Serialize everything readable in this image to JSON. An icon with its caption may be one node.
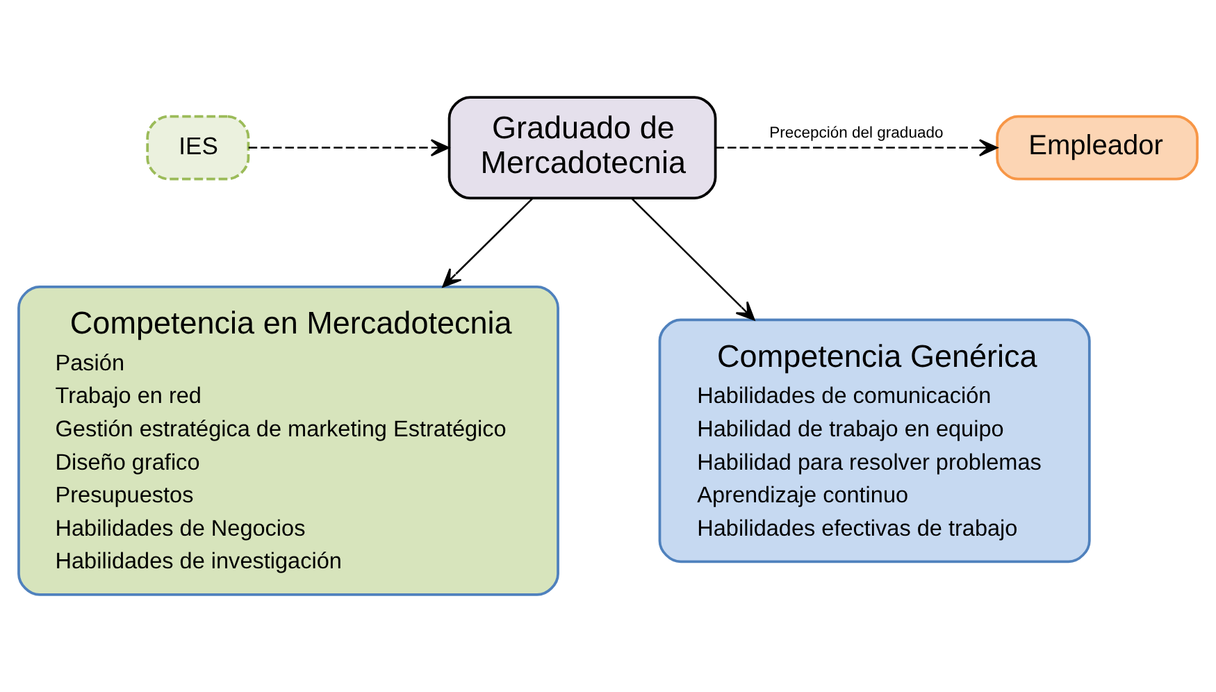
{
  "diagram": {
    "nodes": [
      {
        "text": [
          "IES"
        ]
      },
      {
        "text": [
          "Graduado de Mercadotecnia"
        ]
      },
      {
        "text": [
          "Empleador"
        ]
      },
      {
        "text": [
          "Competencia en Mercadotecnia",
          "Pasión",
          "Trabajo en red",
          "Gestión estratégica de marketing Estratégico",
          "Diseño grafico",
          "Presupuestos",
          "Habilidades de Negocios",
          "Habilidades de investigación"
        ]
      },
      {
        "text": [
          "Competencia Genérica",
          "Habilidades de comunicación",
          "Habilidad de trabajo en equipo",
          "Habilidad para resolver problemas",
          "Aprendizaje continuo",
          "Habilidades efectivas de trabajo"
        ]
      }
    ],
    "edges": [
      {
        "from": 0,
        "to": 1,
        "arrow": "to",
        "style": "dashed"
      },
      {
        "from": 1,
        "to": 2,
        "arrow": "to",
        "style": "dashed",
        "label": "Precepción del graduado"
      },
      {
        "from": 1,
        "to": 3,
        "arrow": "to"
      },
      {
        "from": 1,
        "to": 4,
        "arrow": "to"
      }
    ]
  }
}
